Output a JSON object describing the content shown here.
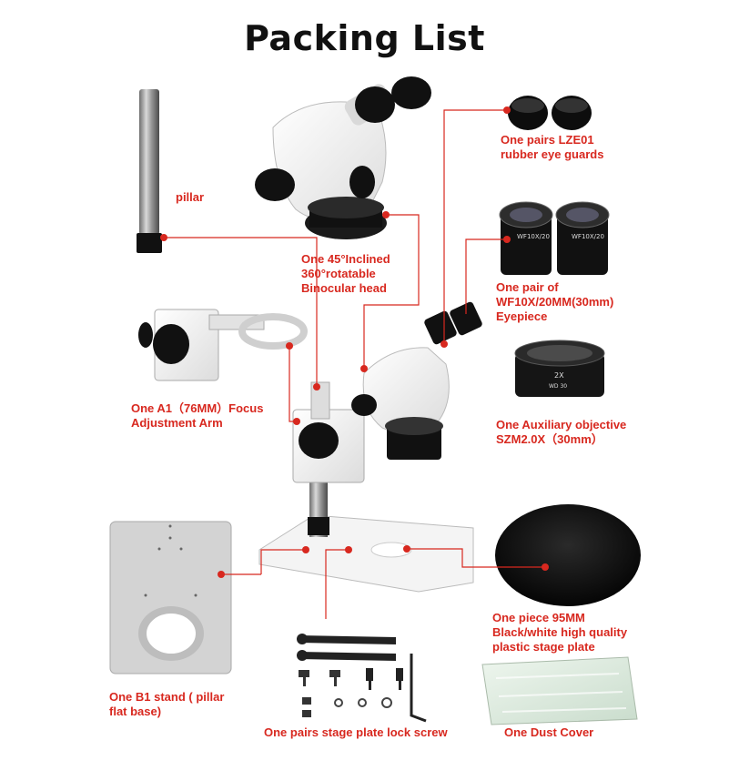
{
  "title": "Packing List",
  "labels": {
    "pillar": "pillar",
    "eye_guards": "One pairs LZE01\nrubber eye guards",
    "binocular_head": "One 45°Inclined\n360°rotatable\nBinocular head",
    "eyepiece": "One pair of\nWF10X/20MM(30mm)\nEyepiece",
    "focus_arm": "One A1（76MM）Focus\nAdjustment Arm",
    "aux_objective": "One Auxiliary objective\nSZM2.0X（30mm）",
    "stage_plate": "One piece 95MM\nBlack/white high quality\nplastic stage plate",
    "stand": "One B1 stand ( pillar\nflat base)",
    "lock_screw": "One pairs stage plate lock screw",
    "dust_cover": "One Dust Cover"
  },
  "product_marks": {
    "eyepiece_marking": "WF10X/20",
    "objective_marking_1": "2X",
    "objective_marking_2": "WD 30"
  },
  "colors": {
    "accent": "#d8281f",
    "title": "#111111"
  }
}
